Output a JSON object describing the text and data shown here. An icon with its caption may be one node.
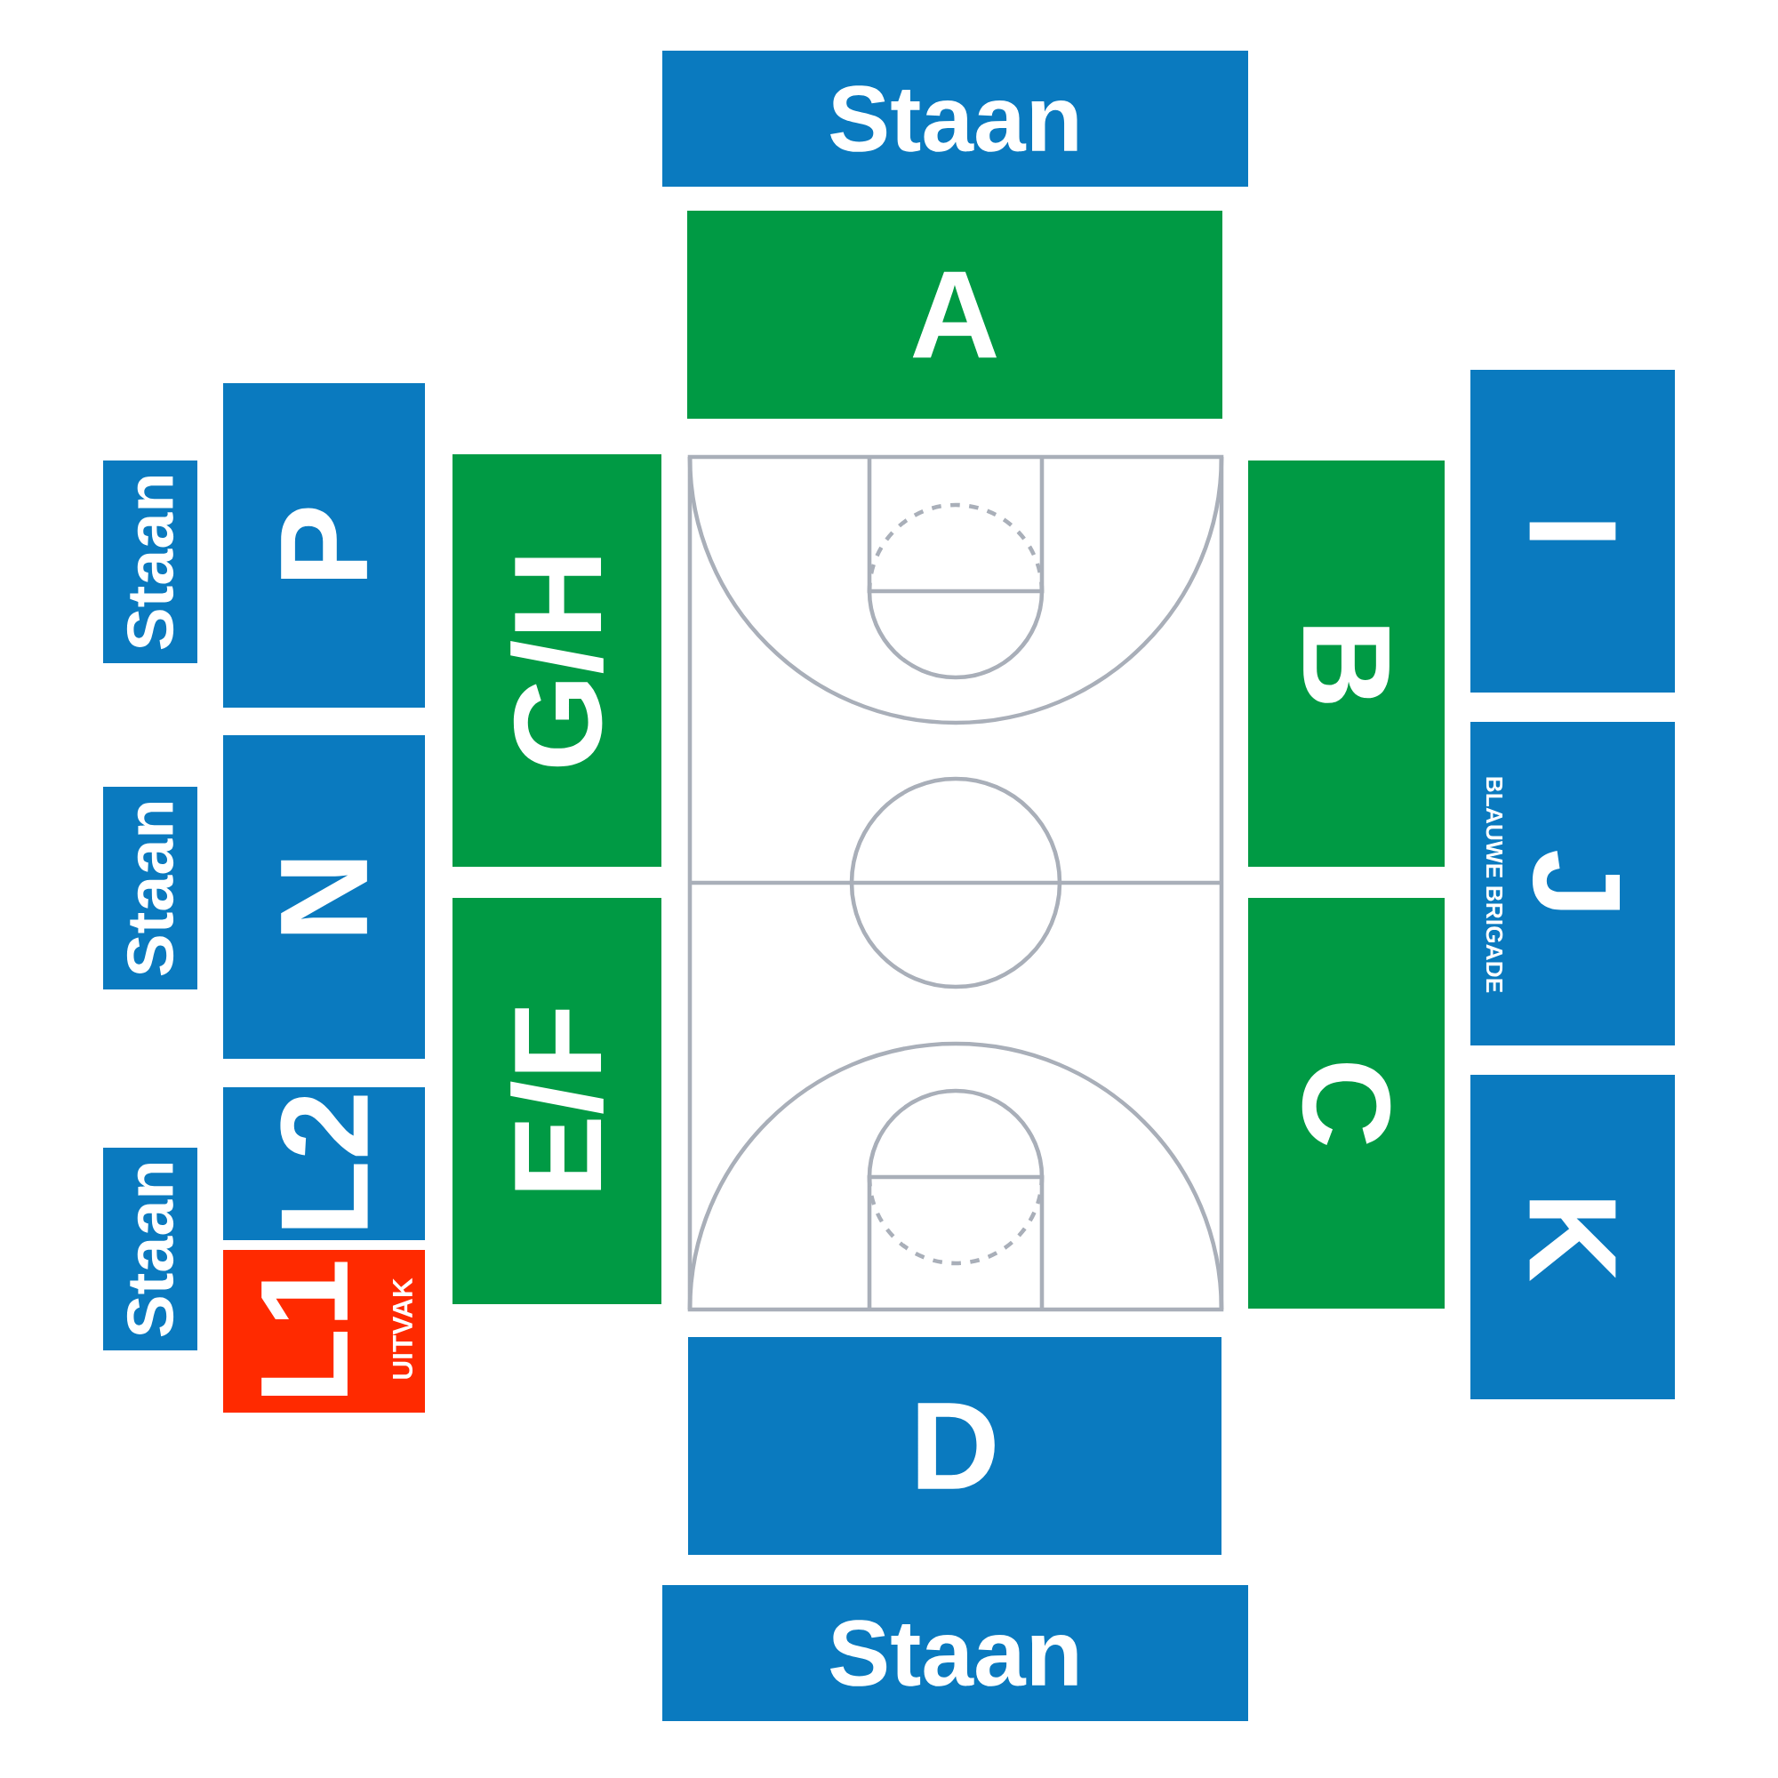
{
  "diagram": {
    "nodes": [
      {
        "text": [
          "Staan"
        ]
      },
      {
        "text": [
          "A"
        ]
      },
      {
        "text": [
          "Staan"
        ]
      },
      {
        "text": [
          "P"
        ]
      },
      {
        "text": [
          "G/H"
        ]
      },
      {
        "text": [
          "B"
        ]
      },
      {
        "text": [
          "I"
        ]
      },
      {
        "text": [
          "Staan"
        ]
      },
      {
        "text": [
          "N"
        ]
      },
      {
        "text": [
          "E/F"
        ]
      },
      {
        "text": [
          "C"
        ]
      },
      {
        "text": [
          "J",
          "BLAUWE BRIGADE"
        ]
      },
      {
        "text": [
          "K"
        ]
      },
      {
        "text": [
          "Staan"
        ]
      },
      {
        "text": [
          "L2"
        ]
      },
      {
        "text": [
          "L1",
          "UITVAK"
        ]
      },
      {
        "text": [
          "D"
        ]
      },
      {
        "text": [
          "Staan"
        ]
      }
    ]
  }
}
